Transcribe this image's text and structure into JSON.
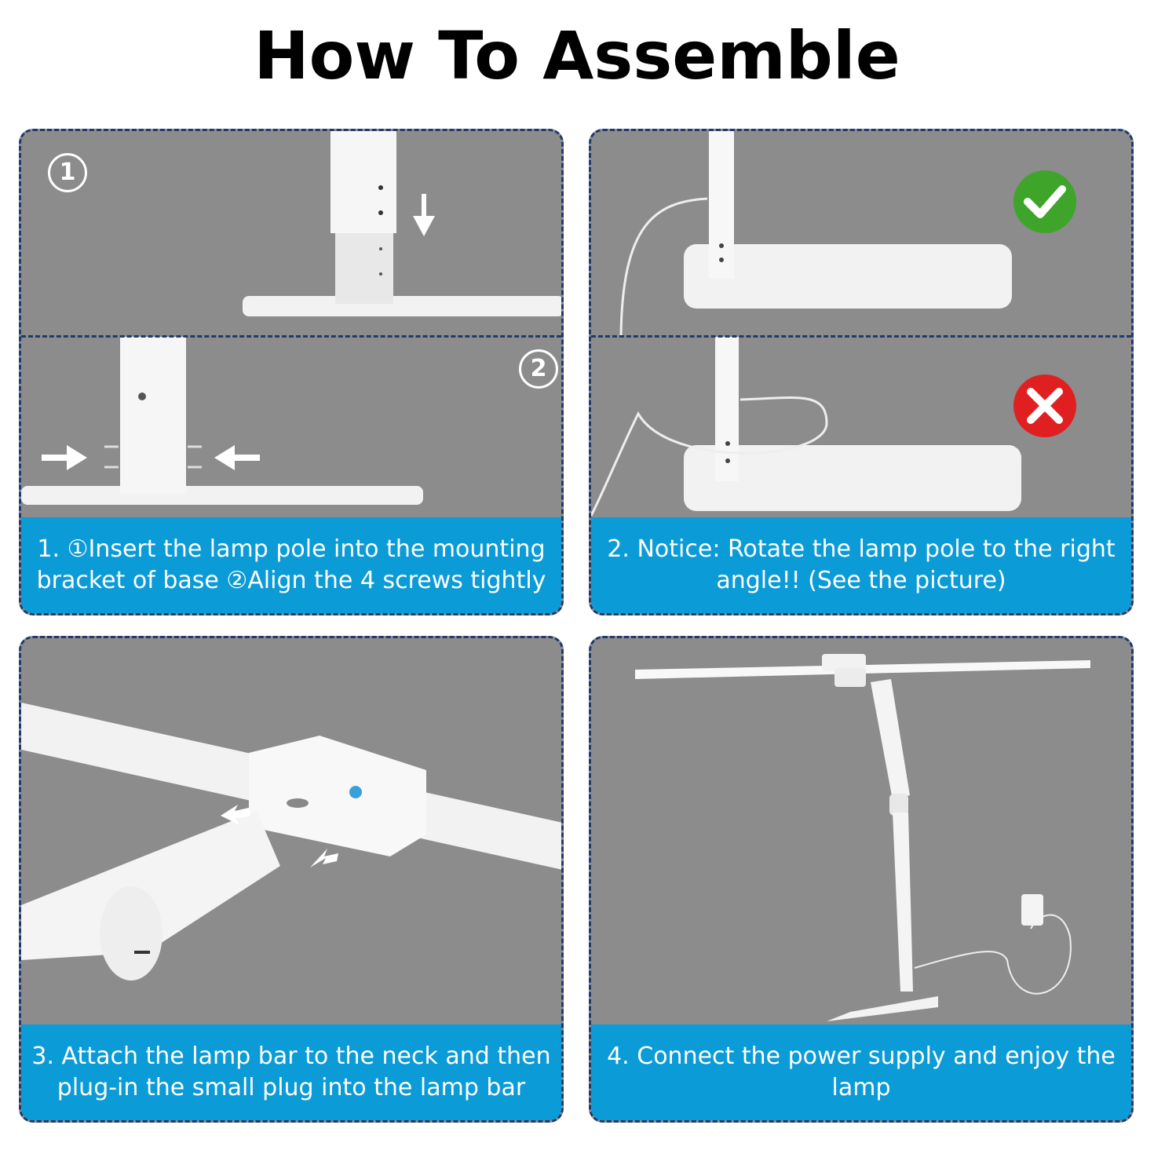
{
  "page": {
    "title": "How To Assemble"
  },
  "steps": [
    {
      "badges": [
        "1",
        "2"
      ],
      "caption_lines": [
        "1.  ①Insert the lamp pole into the mounting",
        "bracket of base ②Align the 4 screws tightly"
      ]
    },
    {
      "caption_lines": [
        "2.  Notice: Rotate the lamp pole to the right",
        "angle!!   (See the picture)"
      ],
      "indicators": [
        "check-icon",
        "cross-icon"
      ]
    },
    {
      "caption_lines": [
        "3.   Attach the lamp bar to the neck and then",
        "plug-in the small plug into the lamp bar"
      ]
    },
    {
      "caption_lines": [
        "4. Connect the power supply and enjoy the",
        "lamp"
      ]
    }
  ],
  "colors": {
    "panel_bg": "#8c8c8c",
    "caption_bg": "#0b9bd6",
    "border": "#1f3a6e",
    "check_green": "#3fa52a",
    "cross_red": "#e02020"
  }
}
